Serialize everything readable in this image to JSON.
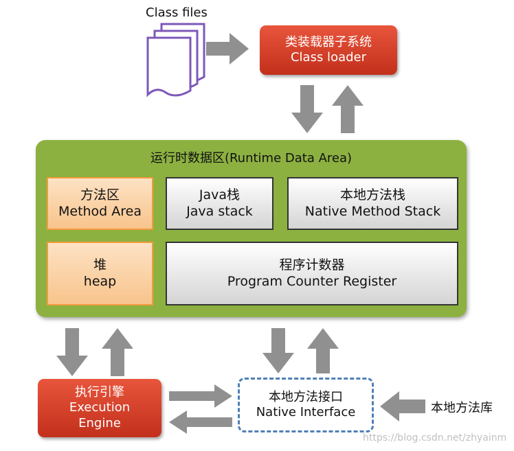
{
  "class_files": {
    "label": "Class files"
  },
  "class_loader": {
    "zh": "类装载器子系统",
    "en": "Class loader"
  },
  "runtime_area": {
    "title": "运行时数据区(Runtime Data Area)",
    "method_area": {
      "zh": "方法区",
      "en": "Method Area"
    },
    "java_stack": {
      "zh": "Java栈",
      "en": "Java stack"
    },
    "native_method_stack": {
      "zh": "本地方法栈",
      "en": "Native Method Stack"
    },
    "heap": {
      "zh": "堆",
      "en": "heap"
    },
    "pc_register": {
      "zh": "程序计数器",
      "en": "Program Counter Register"
    }
  },
  "execution_engine": {
    "zh": "执行引擎",
    "en1": "Execution",
    "en2": "Engine"
  },
  "native_interface": {
    "zh": "本地方法接口",
    "en": "Native Interface"
  },
  "native_library": {
    "label": "本地方法库"
  },
  "watermark": "https://blog.csdn.net/zhyainm",
  "colors": {
    "loader_red": "#d9432b",
    "runtime_green": "#8cb141",
    "method_orange": "#f8c48c",
    "interface_blue": "#4e7fb5",
    "arrow_gray": "#909090"
  }
}
